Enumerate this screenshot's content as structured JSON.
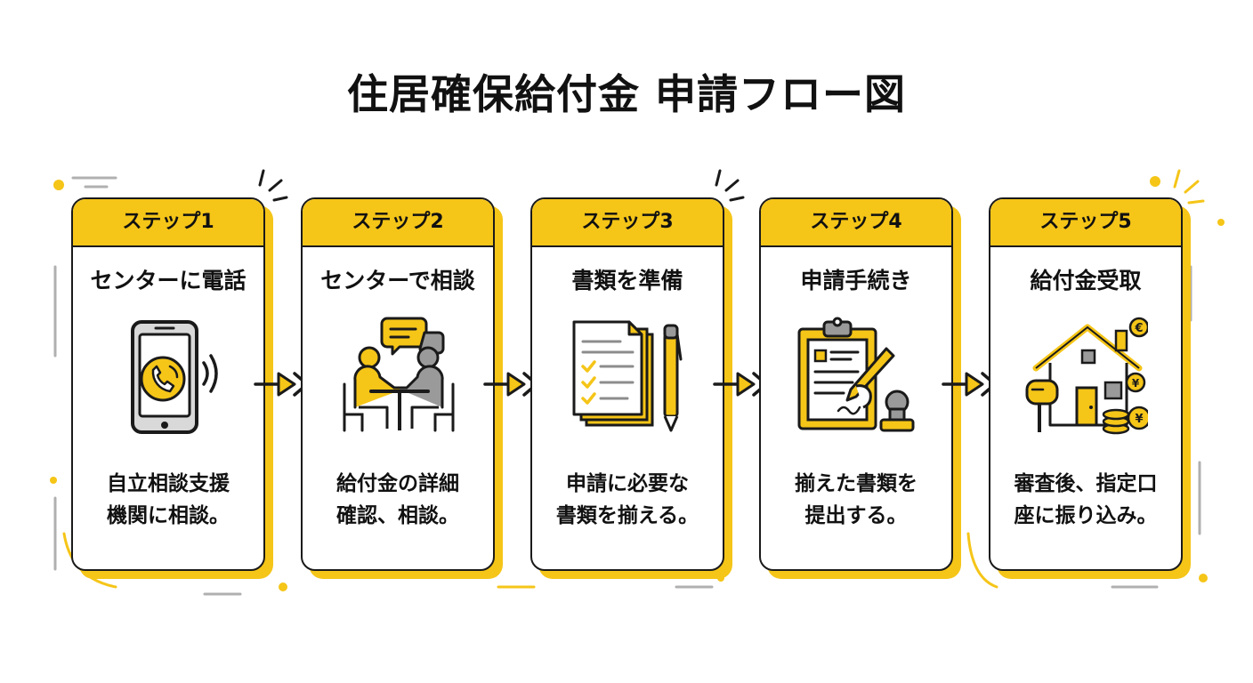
{
  "title": "住居確保給付金 申請フロー図",
  "colors": {
    "accent": "#f5c518",
    "ink": "#1a1a1a",
    "gray": "#8c8c8c"
  },
  "steps": [
    {
      "label": "ステップ1",
      "title": "センターに電話",
      "icon": "smartphone-call-icon",
      "desc": [
        "自立相談支援",
        "機関に相談。"
      ]
    },
    {
      "label": "ステップ2",
      "title": "センターで相談",
      "icon": "consultation-meeting-icon",
      "desc": [
        "給付金の詳細",
        "確認、相談。"
      ]
    },
    {
      "label": "ステップ3",
      "title": "書類を準備",
      "icon": "documents-pen-icon",
      "desc": [
        "申請に必要な",
        "書類を揃える。"
      ]
    },
    {
      "label": "ステップ4",
      "title": "申請手続き",
      "icon": "clipboard-stamp-icon",
      "desc": [
        "揃えた書類を",
        "提出する。"
      ]
    },
    {
      "label": "ステップ5",
      "title": "給付金受取",
      "icon": "house-coins-icon",
      "desc": [
        "審査後、指定口",
        "座に振り込み。"
      ]
    }
  ]
}
